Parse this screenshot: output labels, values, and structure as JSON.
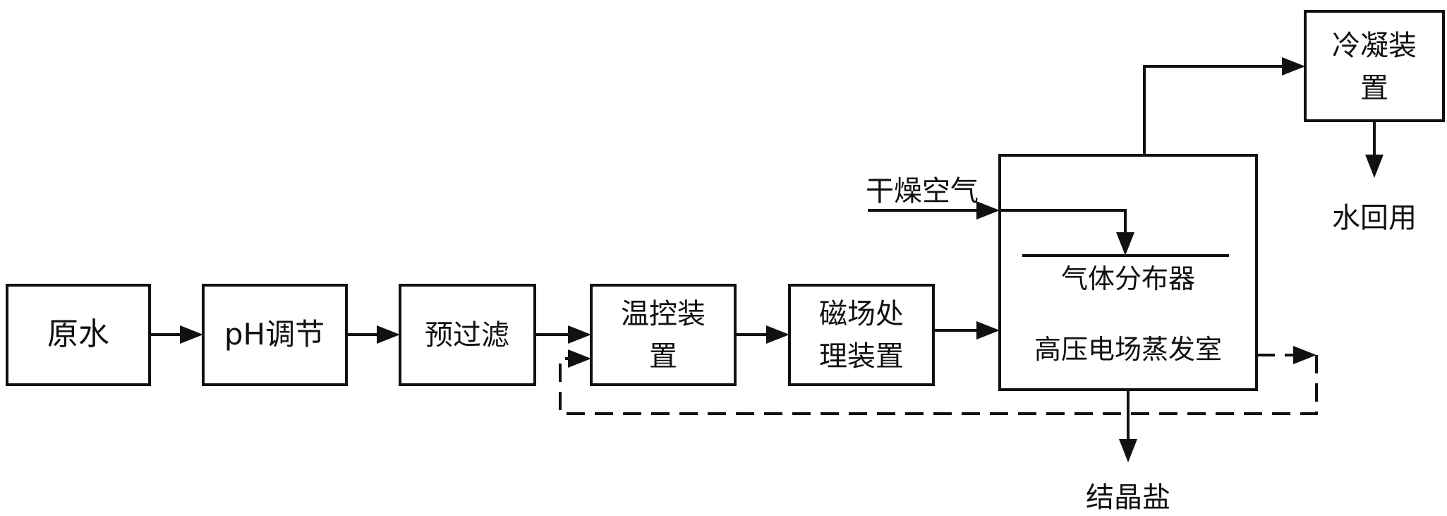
{
  "nodes": {
    "raw_water": "原水",
    "ph_adjust": "pH调节",
    "prefilter": "预过滤",
    "temp_control": [
      "温控装",
      "置"
    ],
    "magnetic": [
      "磁场处",
      "理装置"
    ],
    "evaporation_chamber": "高压电场蒸发室",
    "gas_distributor": "气体分布器",
    "condenser": [
      "冷凝装",
      "置"
    ]
  },
  "terminals": {
    "dry_air": "干燥空气",
    "water_reuse": "水回用",
    "crystal_salt": "结晶盐"
  }
}
